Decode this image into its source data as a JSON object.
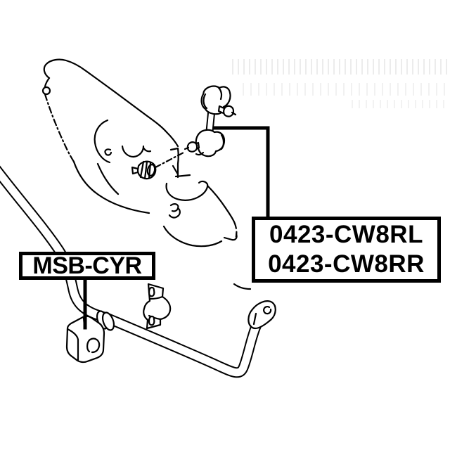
{
  "page": {
    "background_color": "#ffffff",
    "line_color": "#000000"
  },
  "callouts": {
    "stabilizer_link": {
      "codes": [
        "0423-CW8RL",
        "0423-CW8RR"
      ]
    },
    "stabilizer_bushing": {
      "codes": [
        "MSB-CYR"
      ]
    }
  },
  "drawing_parts": [
    "rear-lower-control-arm",
    "rear-stabilizer-link",
    "stabilizer-bar",
    "stabilizer-bar-bushing",
    "stabilizer-bar-bracket"
  ]
}
